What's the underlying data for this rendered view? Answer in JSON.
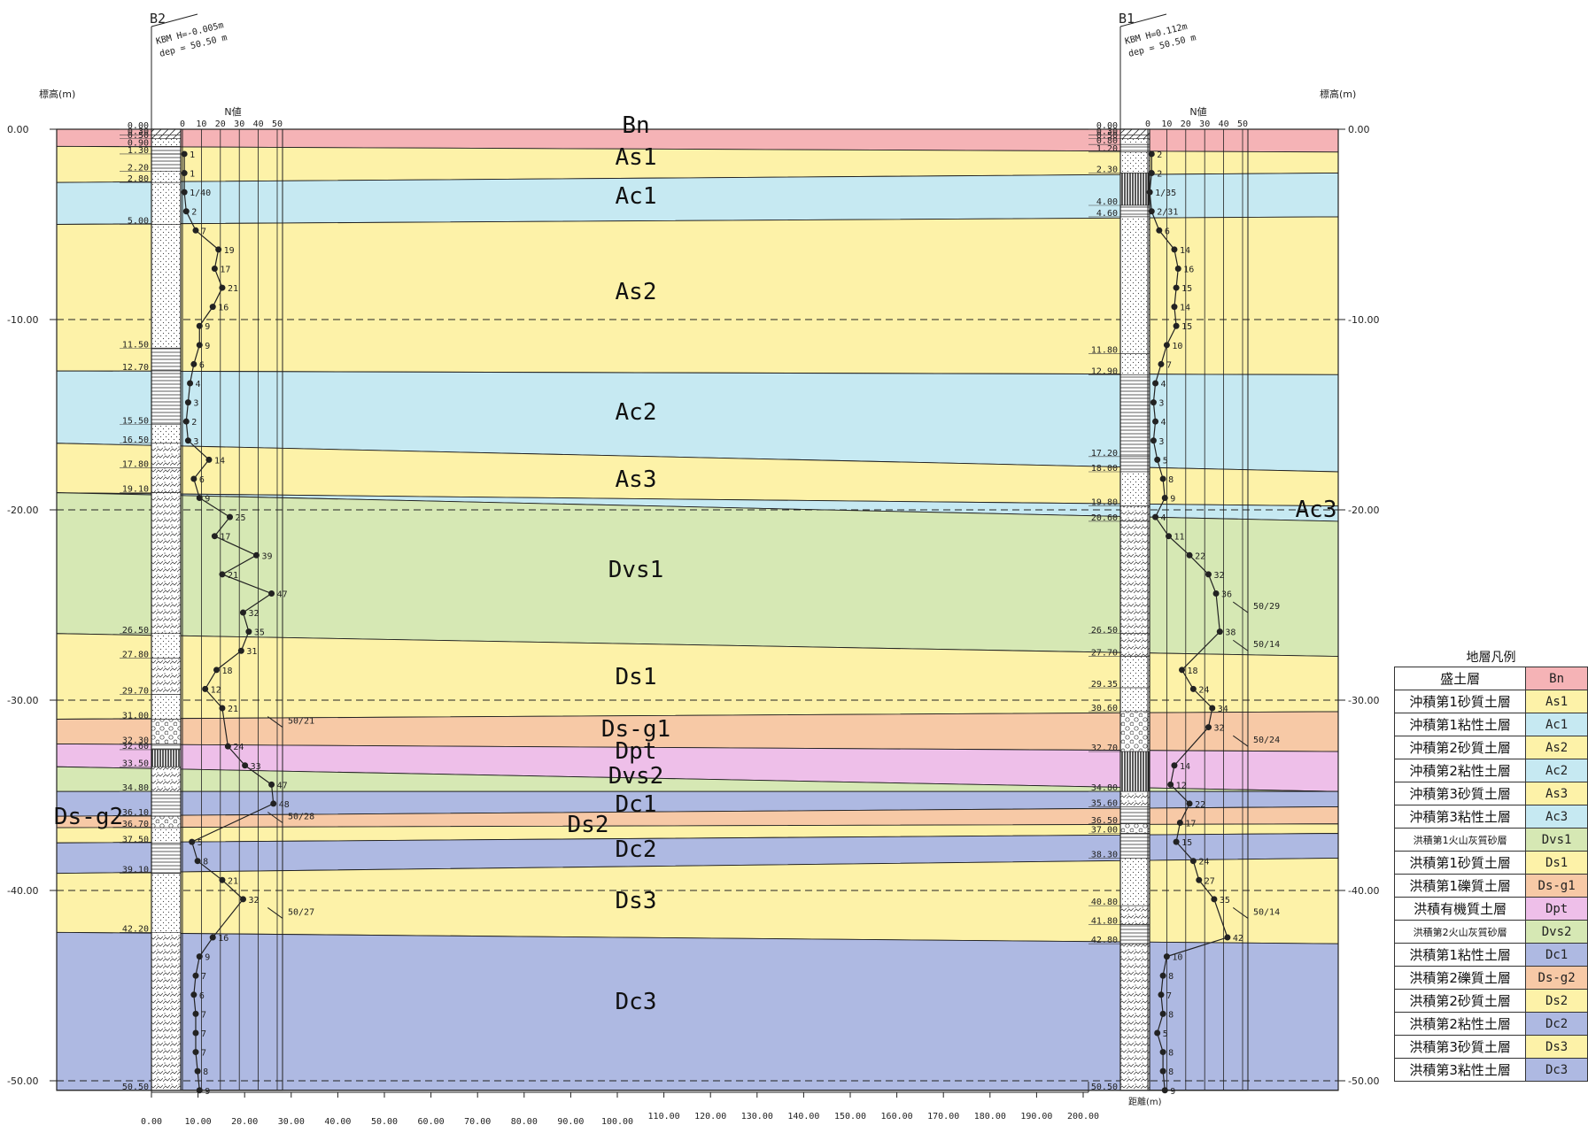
{
  "labels": {
    "elev_left": "標高(m)",
    "elev_right": "標高(m)",
    "nval": "N値",
    "distance": "距離(m)",
    "legend_title": "地層凡例"
  },
  "boreholes": [
    {
      "name": "B2",
      "kbm": "KBM H=-0.005m",
      "dep": "dep = 50.50 m"
    },
    {
      "name": "B1",
      "kbm": "KBM H=0.112m",
      "dep": "dep = 50.50 m"
    }
  ],
  "axis": {
    "elev_ticks": [
      "0.00",
      "-10.00",
      "-20.00",
      "-30.00",
      "-40.00",
      "-50.00"
    ],
    "dist_ticks": [
      "0.00",
      "10.00",
      "20.00",
      "30.00",
      "40.00",
      "50.00",
      "60.00",
      "70.00",
      "80.00",
      "90.00",
      "100.00",
      "110.00",
      "120.00",
      "130.00",
      "140.00",
      "150.00",
      "160.00",
      "170.00",
      "180.00",
      "190.00",
      "200.00"
    ],
    "n_ticks": [
      "0",
      "10",
      "20",
      "30",
      "40",
      "50"
    ]
  },
  "colors": {
    "Bn": "#f5b3b6",
    "As": "#fdf2a8",
    "Ac": "#c6e9f2",
    "Dvs": "#d6e8b4",
    "Dsg": "#f7c9a6",
    "Dpt": "#eebfe9",
    "Dc": "#aeb9e2",
    "Ds": "#fdf2a8"
  },
  "layers": [
    {
      "code": "Bn",
      "label": "Bn",
      "color": "#f5b3b6"
    },
    {
      "code": "As1",
      "label": "As1",
      "color": "#fdf2a8"
    },
    {
      "code": "Ac1",
      "label": "Ac1",
      "color": "#c6e9f2"
    },
    {
      "code": "As2",
      "label": "As2",
      "color": "#fdf2a8"
    },
    {
      "code": "Ac2",
      "label": "Ac2",
      "color": "#c6e9f2"
    },
    {
      "code": "As3",
      "label": "As3",
      "color": "#fdf2a8"
    },
    {
      "code": "Ac3",
      "label": "Ac3",
      "color": "#c6e9f2"
    },
    {
      "code": "Dvs1",
      "label": "Dvs1",
      "color": "#d6e8b4"
    },
    {
      "code": "Ds1",
      "label": "Ds1",
      "color": "#fdf2a8"
    },
    {
      "code": "Ds-g1",
      "label": "Ds-g1",
      "color": "#f7c9a6"
    },
    {
      "code": "Dpt",
      "label": "Dpt",
      "color": "#eebfe9"
    },
    {
      "code": "Dvs2",
      "label": "Dvs2",
      "color": "#d6e8b4"
    },
    {
      "code": "Dc1",
      "label": "Dc1",
      "color": "#aeb9e2"
    },
    {
      "code": "Ds-g2",
      "label": "Ds-g2",
      "color": "#f7c9a6"
    },
    {
      "code": "Ds2",
      "label": "Ds2",
      "color": "#fdf2a8"
    },
    {
      "code": "Dc2",
      "label": "Dc2",
      "color": "#aeb9e2"
    },
    {
      "code": "Ds3",
      "label": "Ds3",
      "color": "#fdf2a8"
    },
    {
      "code": "Dc3",
      "label": "Dc3",
      "color": "#aeb9e2"
    }
  ],
  "b2_depths": [
    "0.00",
    "0.30",
    "0.50",
    "0.90",
    "1.30",
    "2.20",
    "2.80",
    "5.00",
    "11.50",
    "12.70",
    "15.50",
    "16.50",
    "17.80",
    "19.10",
    "26.50",
    "27.80",
    "29.70",
    "31.00",
    "32.30",
    "32.60",
    "33.50",
    "34.80",
    "36.10",
    "36.70",
    "37.50",
    "39.10",
    "42.20",
    "50.50"
  ],
  "b1_depths": [
    "0.00",
    "0.30",
    "0.50",
    "0.80",
    "1.20",
    "2.30",
    "4.00",
    "4.60",
    "11.80",
    "12.90",
    "17.20",
    "18.00",
    "19.80",
    "20.60",
    "26.50",
    "27.70",
    "29.35",
    "30.60",
    "32.70",
    "34.80",
    "35.60",
    "36.50",
    "37.00",
    "38.30",
    "40.80",
    "41.80",
    "42.80",
    "50.50"
  ],
  "b2_n": [
    "1",
    "1",
    "1/40",
    "2",
    "7",
    "19",
    "17",
    "21",
    "16",
    "9",
    "9",
    "6",
    "4",
    "3",
    "2",
    "3",
    "14",
    "6",
    "9",
    "25",
    "17",
    "39",
    "21",
    "47",
    "32",
    "35",
    "31",
    "18",
    "12",
    "21",
    "50/21",
    "24",
    "33",
    "47",
    "48",
    "50/28",
    "5",
    "8",
    "21",
    "32",
    "50/27",
    "16",
    "9",
    "7",
    "6",
    "7",
    "7",
    "7",
    "8",
    "9"
  ],
  "b1_n": [
    "2",
    "2",
    "1/35",
    "2/31",
    "6",
    "14",
    "16",
    "15",
    "14",
    "15",
    "10",
    "7",
    "4",
    "3",
    "4",
    "3",
    "5",
    "8",
    "9",
    "4",
    "11",
    "22",
    "32",
    "36",
    "50/29",
    "38",
    "50/14",
    "18",
    "24",
    "34",
    "32",
    "50/24",
    "14",
    "12",
    "22",
    "17",
    "15",
    "24",
    "27",
    "35",
    "50/14",
    "42",
    "10",
    "8",
    "7",
    "8",
    "5",
    "8",
    "8",
    "9"
  ],
  "legend": [
    {
      "name": "盛土層",
      "code": "Bn",
      "color": "#f5b3b6"
    },
    {
      "name": "沖積第1砂質土層",
      "code": "As1",
      "color": "#fdf2a8"
    },
    {
      "name": "沖積第1粘性土層",
      "code": "Ac1",
      "color": "#c6e9f2"
    },
    {
      "name": "沖積第2砂質土層",
      "code": "As2",
      "color": "#fdf2a8"
    },
    {
      "name": "沖積第2粘性土層",
      "code": "Ac2",
      "color": "#c6e9f2"
    },
    {
      "name": "沖積第3砂質土層",
      "code": "As3",
      "color": "#fdf2a8"
    },
    {
      "name": "沖積第3粘性土層",
      "code": "Ac3",
      "color": "#c6e9f2"
    },
    {
      "name": "洪積第1火山灰質砂層",
      "code": "Dvs1",
      "color": "#d6e8b4",
      "small": true
    },
    {
      "name": "洪積第1砂質土層",
      "code": "Ds1",
      "color": "#fdf2a8"
    },
    {
      "name": "洪積第1礫質土層",
      "code": "Ds-g1",
      "color": "#f7c9a6"
    },
    {
      "name": "洪積有機質土層",
      "code": "Dpt",
      "color": "#eebfe9"
    },
    {
      "name": "洪積第2火山灰質砂層",
      "code": "Dvs2",
      "color": "#d6e8b4",
      "small": true
    },
    {
      "name": "洪積第1粘性土層",
      "code": "Dc1",
      "color": "#aeb9e2"
    },
    {
      "name": "洪積第2礫質土層",
      "code": "Ds-g2",
      "color": "#f7c9a6"
    },
    {
      "name": "洪積第2砂質土層",
      "code": "Ds2",
      "color": "#fdf2a8"
    },
    {
      "name": "洪積第2粘性土層",
      "code": "Dc2",
      "color": "#aeb9e2"
    },
    {
      "name": "洪積第3砂質土層",
      "code": "Ds3",
      "color": "#fdf2a8"
    },
    {
      "name": "洪積第3粘性土層",
      "code": "Dc3",
      "color": "#aeb9e2"
    }
  ]
}
